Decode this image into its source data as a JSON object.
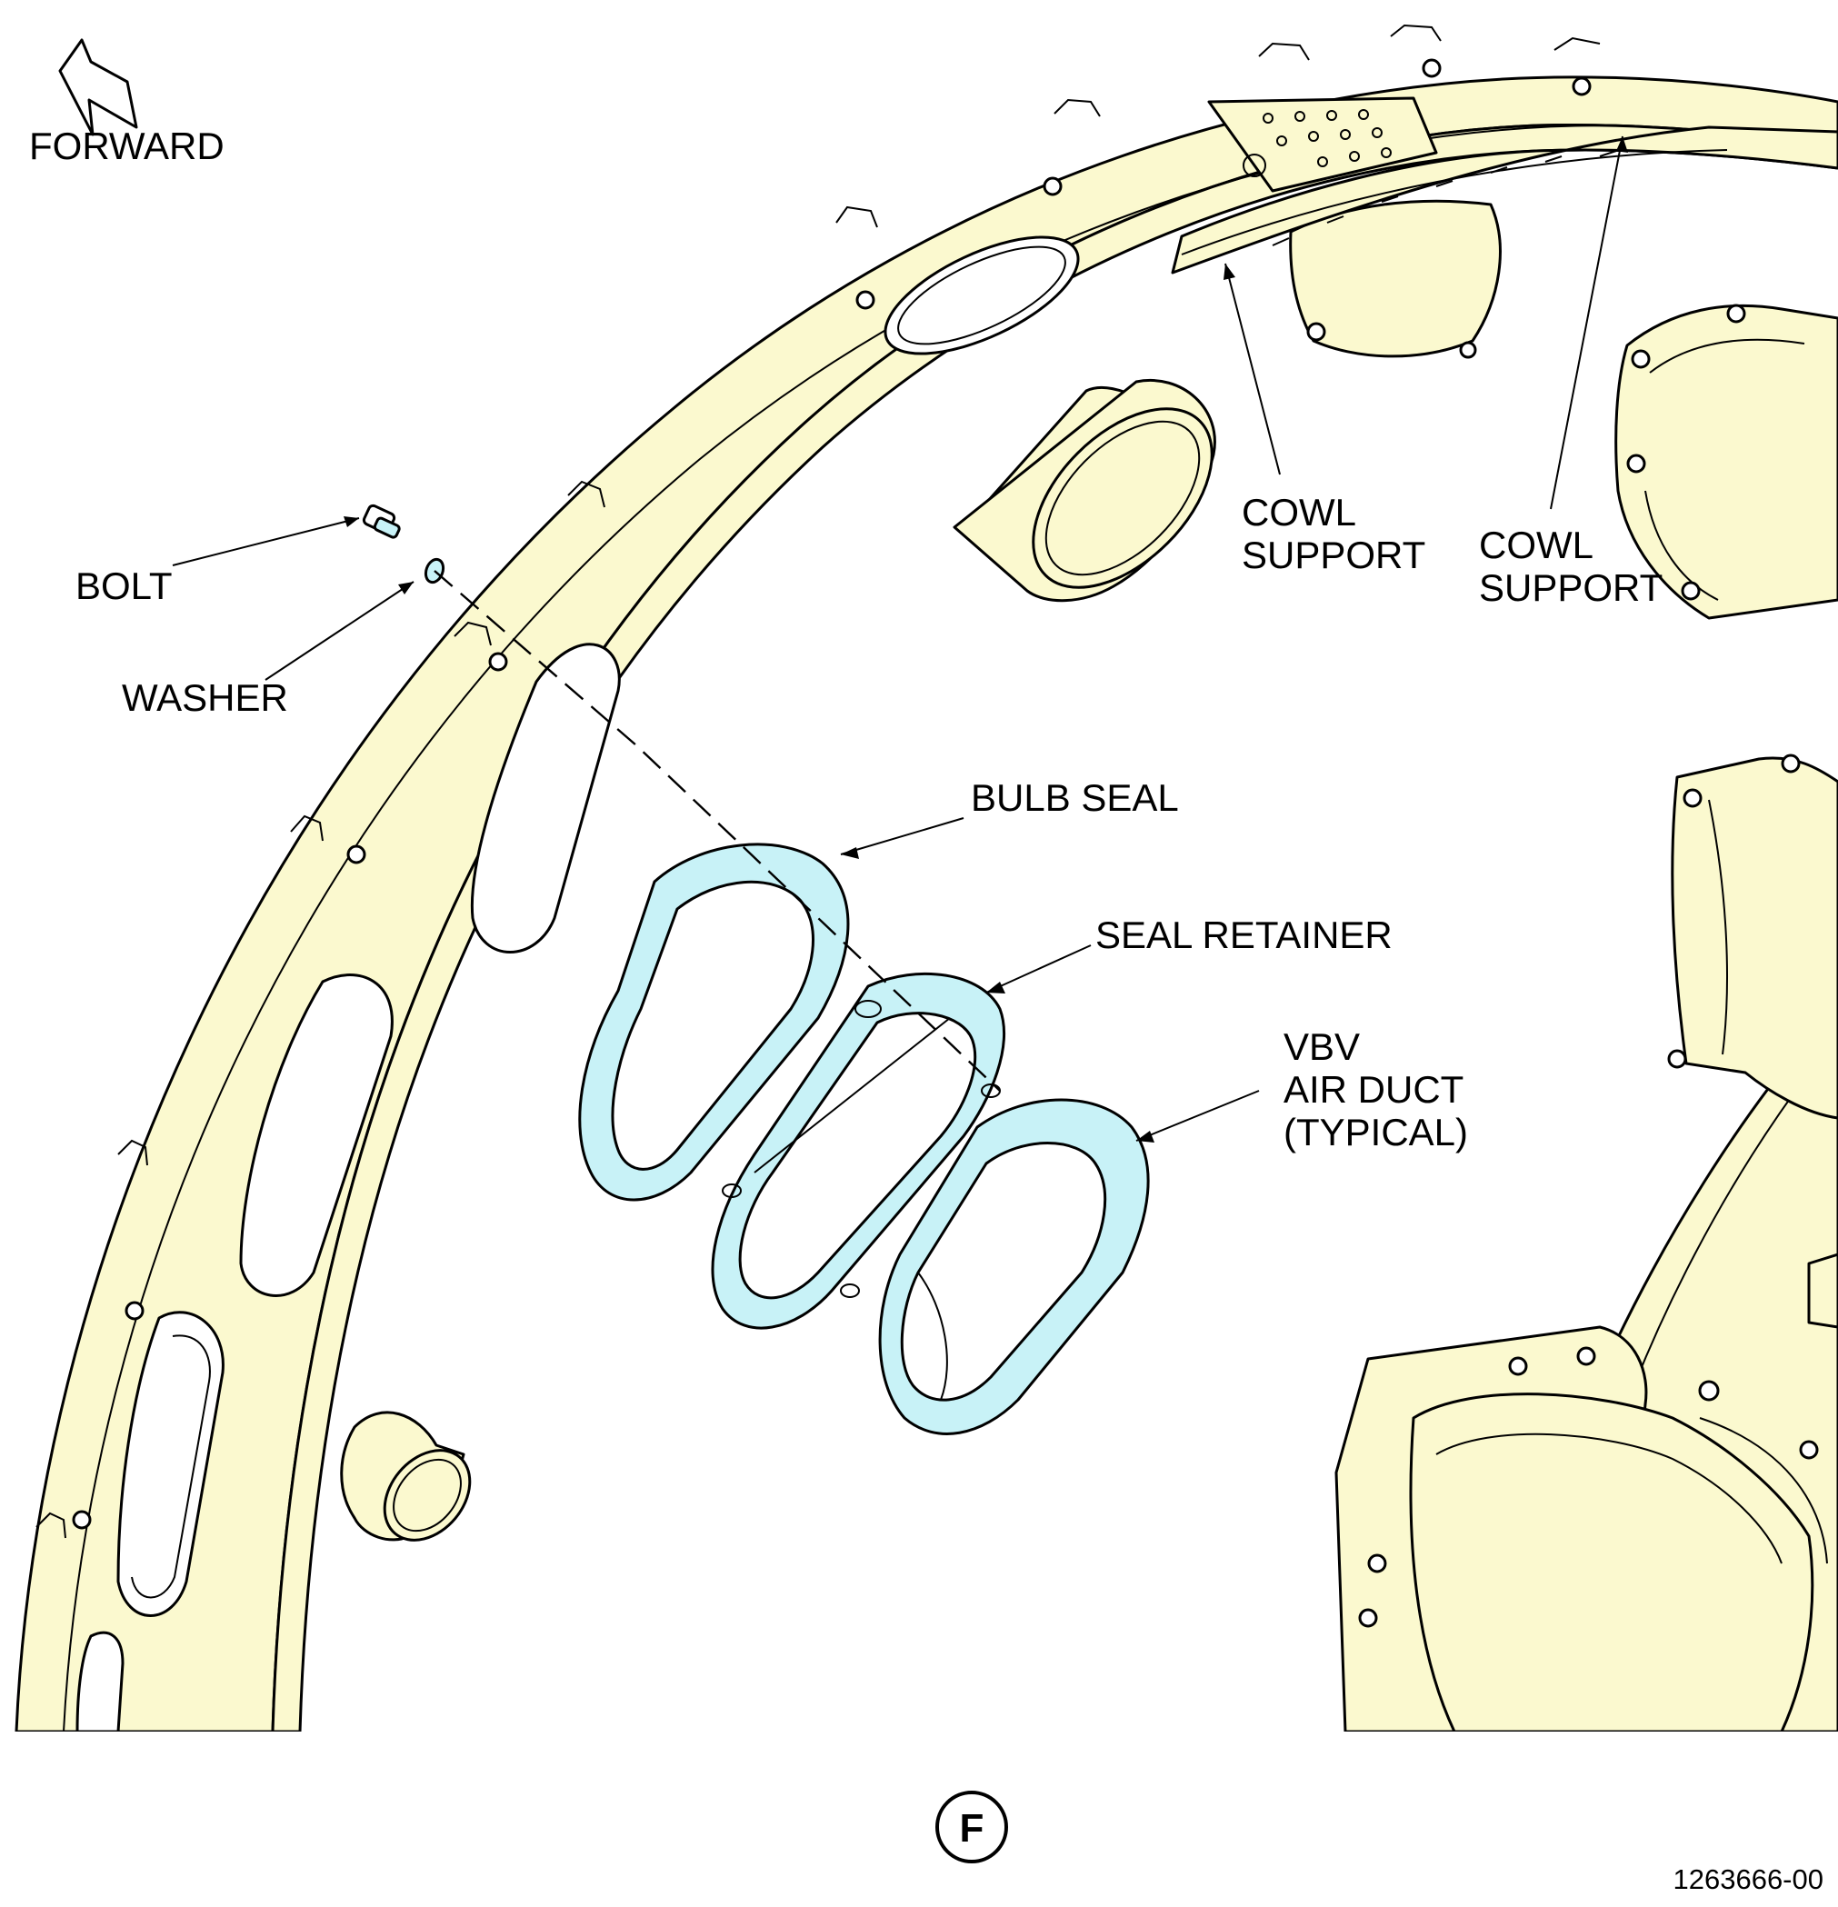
{
  "colors": {
    "structure_fill": "#fbf9cf",
    "highlight_fill": "#c8f2f7",
    "line": "#000000",
    "background": "#ffffff"
  },
  "orientation": {
    "label": "FORWARD",
    "icon": "forward-arrow-icon"
  },
  "callouts": {
    "bolt": "BOLT",
    "washer": "WASHER",
    "bulb_seal": "BULB SEAL",
    "seal_retainer": "SEAL RETAINER",
    "vbv_air_duct": [
      "VBV",
      "AIR DUCT",
      "(TYPICAL)"
    ],
    "cowl_support_1": [
      "COWL",
      "SUPPORT"
    ],
    "cowl_support_2": [
      "COWL",
      "SUPPORT"
    ]
  },
  "detail": {
    "letter": "F"
  },
  "figure_number": "1263666-00"
}
